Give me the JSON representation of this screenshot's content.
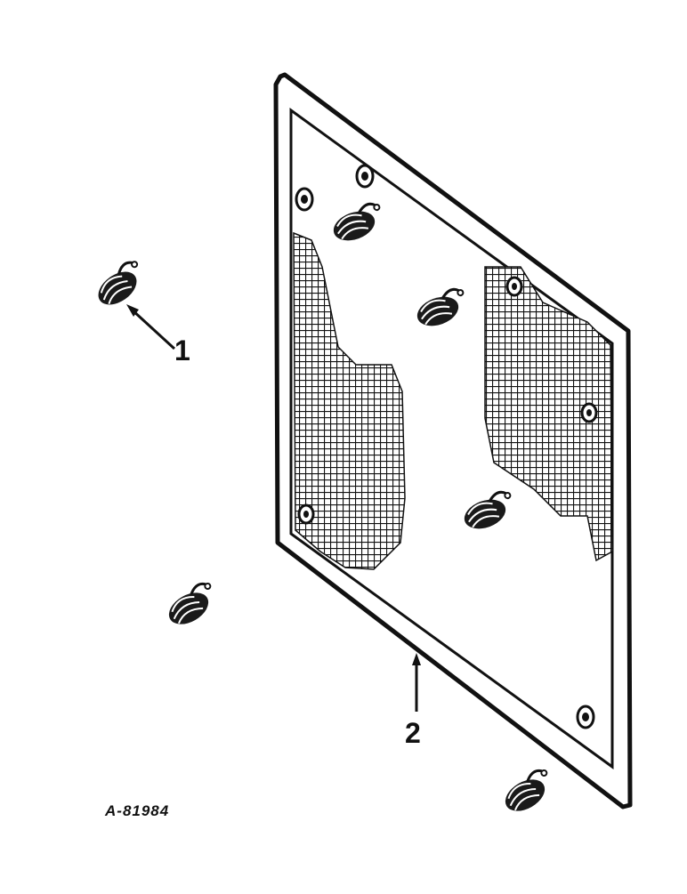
{
  "diagram": {
    "callouts": [
      {
        "id": "1",
        "label": "1"
      },
      {
        "id": "2",
        "label": "2"
      }
    ],
    "drawing_number": "A-81984"
  },
  "colors": {
    "ink": "#111111",
    "paper": "#ffffff"
  },
  "icons": {
    "spring_clip": "spring-clip-icon",
    "mounting_hole": "mounting-hole-icon"
  }
}
